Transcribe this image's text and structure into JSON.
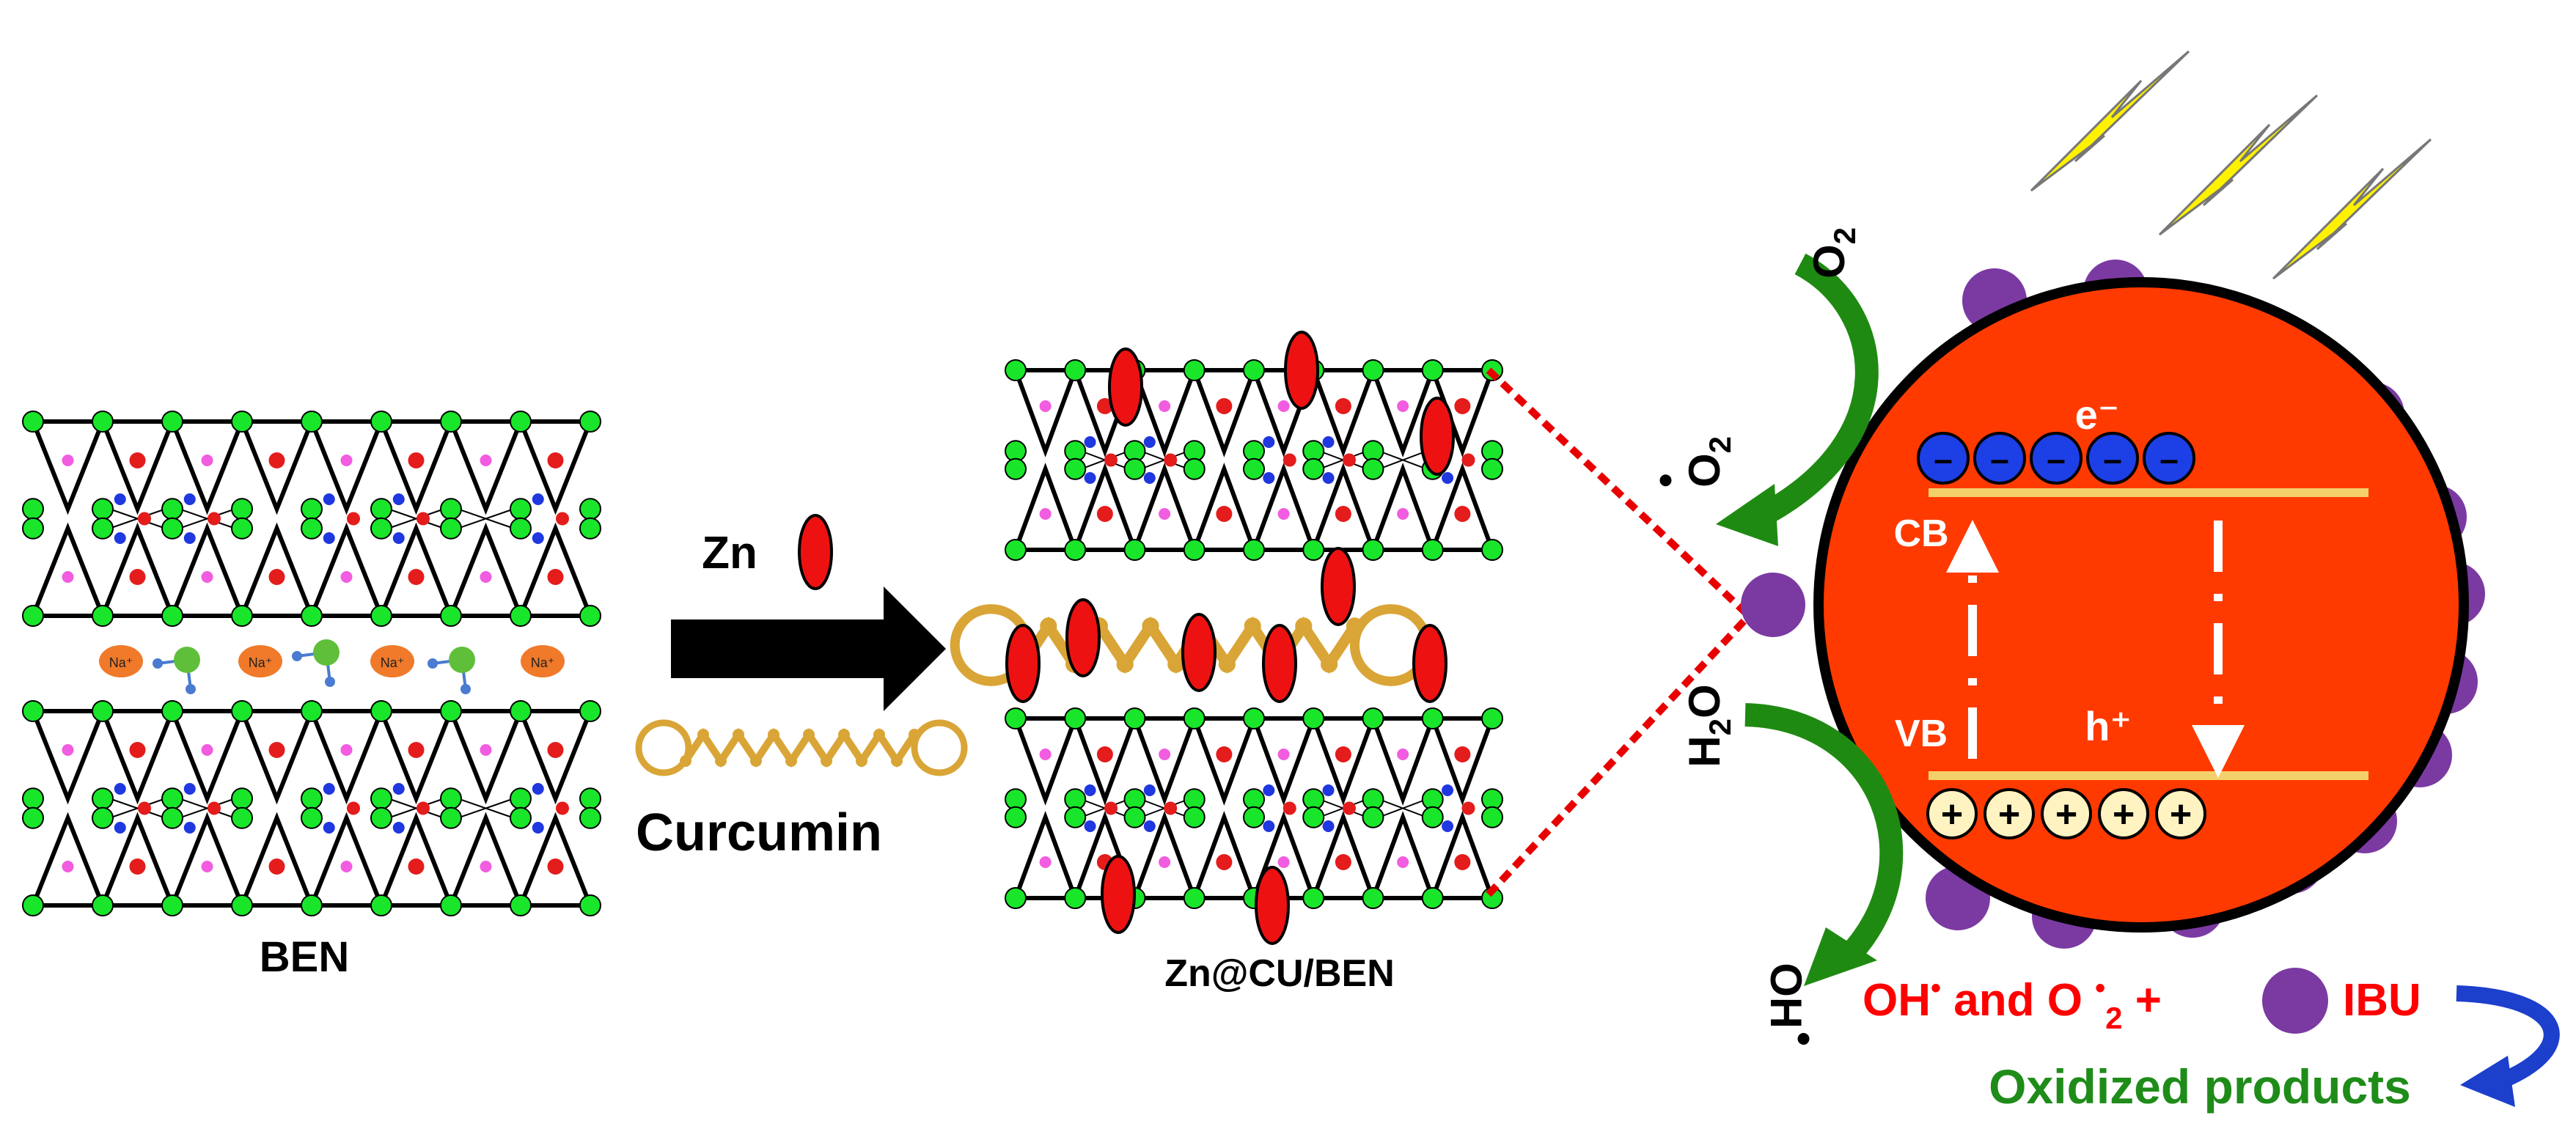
{
  "labels": {
    "ben": "BEN",
    "zn": "Zn",
    "curcumin": "Curcumin",
    "composite": "Zn@CU/BEN",
    "na_ion": "Na⁺",
    "electron": "e⁻",
    "cb": "CB",
    "vb": "VB",
    "hole": "h⁺",
    "minus": "–",
    "plus": "+",
    "o2_base": "O",
    "o2_sub": "2",
    "o2_radical_base": "O",
    "o2_radical_sub": "2",
    "radical_dot": "•",
    "h2o_h": "H",
    "h2o_sub": "2",
    "h2o_o": "O",
    "oh_radical": "OH",
    "products_part1": "OH",
    "products_part2": " and O ",
    "products_sub": "2",
    "products_plus": " +",
    "ibu": "IBU",
    "oxidized": "Oxidized products"
  },
  "colors": {
    "green_atom": "#19e62a",
    "red_atom": "#e41c1c",
    "blue_atom": "#1f38e0",
    "pink_atom": "#f25ce0",
    "sodium": "#f07a2a",
    "curcumin": "#d9a536",
    "zn_ellipse": "#ee1111",
    "particle": "#ff3a00",
    "ibu": "#7b3aa2",
    "band_line": "#f4d06a",
    "electron": "#1c3fe6",
    "hole": "#fff3c2",
    "curved_arrow": "#1f8a12",
    "recycle_arrow": "#1c3fcc",
    "lightning": "#fff200",
    "product_red": "#ff0000",
    "product_green": "#1f8c1a",
    "dotted_line": "#e80000"
  },
  "counts": {
    "electrons": 5,
    "holes": 5,
    "ibu_molecules": 17
  }
}
